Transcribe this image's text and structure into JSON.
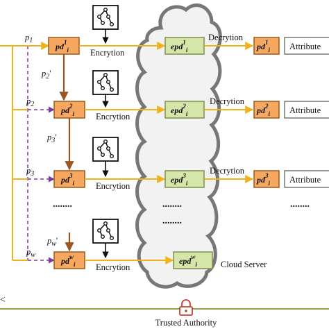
{
  "rows": [
    {
      "p": "p",
      "p_sub": "1",
      "p_prime": "",
      "pd_base": "pd",
      "pd_sub": "i",
      "pd_sup": "1",
      "enc": "Encrytion",
      "has_epd": true,
      "epd_base": "epd",
      "epd_sup": "1",
      "dec": "Decrytion",
      "right_pd_sup": "1",
      "attr": "Attribute"
    },
    {
      "p": "p",
      "p_sub": "2",
      "p_prime": "p",
      "p_prime_sub": "2",
      "pd_base": "pd",
      "pd_sub": "i",
      "pd_sup": "2",
      "enc": "Encrytion",
      "has_epd": true,
      "epd_base": "epd",
      "epd_sup": "2",
      "dec": "Decrytion",
      "right_pd_sup": "2",
      "attr": "Attribute"
    },
    {
      "p": "p",
      "p_sub": "3",
      "p_prime": "p",
      "p_prime_sub": "3",
      "pd_base": "pd",
      "pd_sub": "i",
      "pd_sup": "3",
      "enc": "Encrytion",
      "has_epd": true,
      "epd_base": "epd",
      "epd_sup": "3",
      "dec": "Decrytion",
      "right_pd_sup": "3",
      "attr": "Attribute"
    },
    {
      "p": "p",
      "p_sub": "w",
      "p_prime": "p",
      "p_prime_sub": "w",
      "pd_base": "pd",
      "pd_sub": "i",
      "pd_sup": "w",
      "enc": "Encrytion",
      "has_epd": true,
      "epd_base": "epd",
      "epd_sup": "w",
      "dec": "",
      "right_pd_sup": "",
      "attr": ""
    }
  ],
  "ellipsis": "........",
  "cloud_label": "Cloud Server",
  "trusted_label": "Trusted Authority",
  "colors": {
    "orange_box": "#f7a860",
    "orange_border": "#9a5a1c",
    "green_box": "#d6e6a8",
    "green_border": "#7d8f4b",
    "arrow_orange": "#f0b21b",
    "arrow_brown": "#9b5520",
    "arrow_purple": "#7a3aa0",
    "cloud_fill": "#f2f2f2",
    "cloud_stroke": "#777777",
    "line_green": "#8fa04a",
    "lock_red": "#c9402a"
  }
}
